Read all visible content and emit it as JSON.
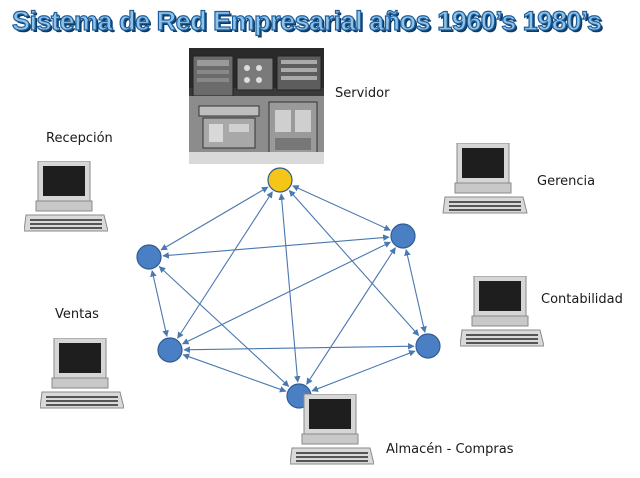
{
  "title": "Sistema de Red Empresarial años 1960’s 1980’s",
  "labels": {
    "servidor": "Servidor",
    "recepcion": "Recepción",
    "gerencia": "Gerencia",
    "ventas": "Ventas",
    "contabilidad": "Contabilidad",
    "almacen": "Almacén - Compras"
  },
  "colors": {
    "server_node": "#f5c518",
    "client_node": "#4a7fc4",
    "edge": "#4a78b0",
    "title_fill": "#8fc3e8",
    "title_stroke": "#1f5f9e"
  },
  "icons": [
    "server-mainframe-photo",
    "desktop-computer-icon"
  ]
}
